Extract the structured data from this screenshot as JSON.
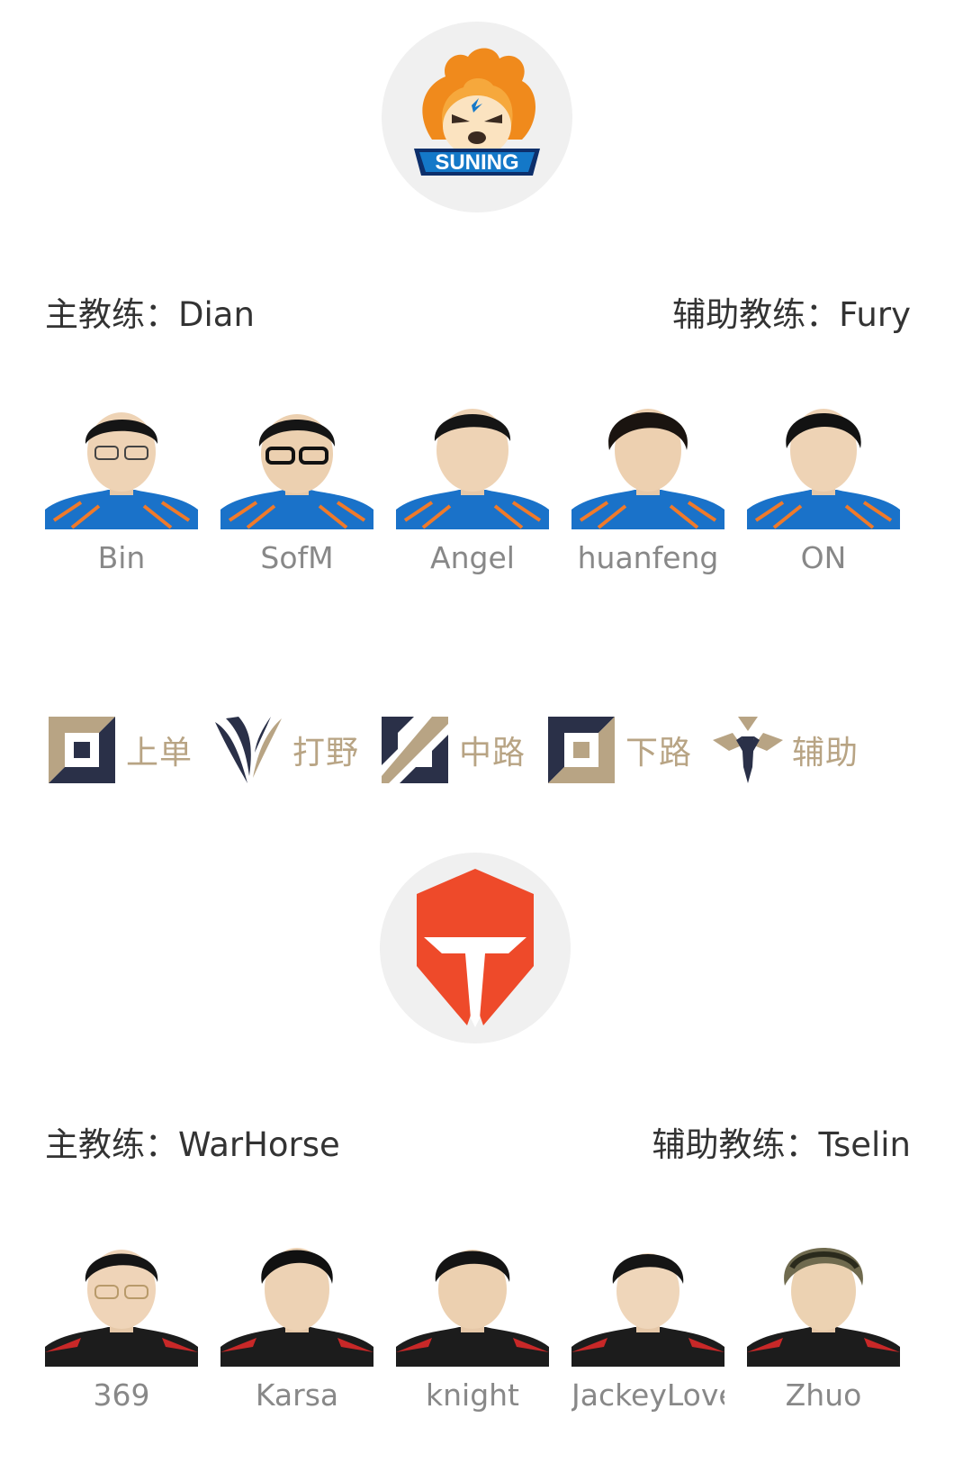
{
  "teams": [
    {
      "logo_text": "SUNING",
      "head_coach": "主教练：Dian",
      "assistant_coach": "辅助教练：Fury",
      "jersey": "blue",
      "players": [
        "Bin",
        "SofM",
        "Angel",
        "huanfeng",
        "ON"
      ]
    },
    {
      "logo_text": "",
      "head_coach": "主教练：WarHorse",
      "assistant_coach": "辅助教练：Tselin",
      "jersey": "red-black",
      "players": [
        "369",
        "Karsa",
        "knight",
        "JackeyLove",
        "Zhuo"
      ]
    }
  ],
  "roles": [
    {
      "label": "上单",
      "icon": "top-lane-icon"
    },
    {
      "label": "打野",
      "icon": "jungle-icon"
    },
    {
      "label": "中路",
      "icon": "mid-lane-icon"
    },
    {
      "label": "下路",
      "icon": "bot-lane-icon"
    },
    {
      "label": "辅助",
      "icon": "support-icon"
    }
  ],
  "colors": {
    "suning_orange": "#f08a1c",
    "suning_blue": "#1478c8",
    "tes_red": "#ee4a2a",
    "role_gold": "#b8a484",
    "role_navy": "#2a3048",
    "name_gray": "#888888"
  }
}
